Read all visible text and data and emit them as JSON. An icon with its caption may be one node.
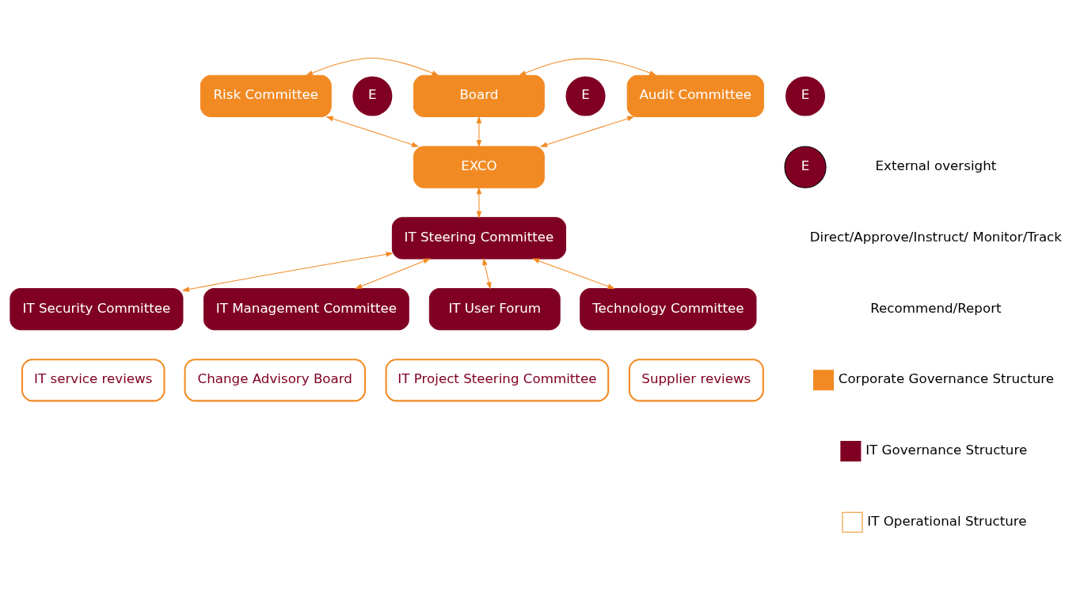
{
  "diagram": {
    "nodes": [
      {
        "text": [
          "Risk Committee"
        ]
      },
      {
        "text": [
          "E"
        ]
      },
      {
        "text": [
          "Board"
        ]
      },
      {
        "text": [
          "E"
        ]
      },
      {
        "text": [
          "Audit Committee"
        ]
      },
      {
        "text": [
          "E"
        ]
      },
      {
        "text": [
          "EXCO"
        ]
      },
      {
        "text": [
          "IT Steering Committee"
        ]
      },
      {
        "text": [
          "IT Security Committee"
        ]
      },
      {
        "text": [
          "IT Management Committee"
        ]
      },
      {
        "text": [
          "IT User Forum"
        ]
      },
      {
        "text": [
          "Technology Committee"
        ]
      },
      {
        "text": [
          "IT service reviews"
        ]
      },
      {
        "text": [
          "Change Advisory Board"
        ]
      },
      {
        "text": [
          "IT Project Steering Committee"
        ]
      },
      {
        "text": [
          "Supplier reviews"
        ]
      }
    ],
    "edges": [
      {
        "from": 2,
        "to": 0,
        "arrow": "both"
      },
      {
        "from": 2,
        "to": 4,
        "arrow": "both"
      },
      {
        "from": 2,
        "to": 6,
        "arrow": "both"
      },
      {
        "from": 0,
        "to": 6,
        "arrow": "both"
      },
      {
        "from": 4,
        "to": 6,
        "arrow": "both"
      },
      {
        "from": 6,
        "to": 7,
        "arrow": "both"
      },
      {
        "from": 7,
        "to": 8,
        "arrow": "both"
      },
      {
        "from": 7,
        "to": 9,
        "arrow": "both"
      },
      {
        "from": 7,
        "to": 10,
        "arrow": "both"
      },
      {
        "from": 7,
        "to": 11,
        "arrow": "both"
      }
    ],
    "labels": [
      "E"
    ],
    "legend": [
      {
        "text": "External oversight"
      },
      {
        "text": "Direct/Approve/Instruct/ Monitor/Track"
      },
      {
        "text": "Recommend/Report"
      },
      {
        "text": "Corporate Governance Structure",
        "color": "#f28a24"
      },
      {
        "text": "IT Governance Structure",
        "color": "#800024"
      },
      {
        "text": "IT Operational Structure",
        "color": "#ffffff"
      }
    ]
  }
}
